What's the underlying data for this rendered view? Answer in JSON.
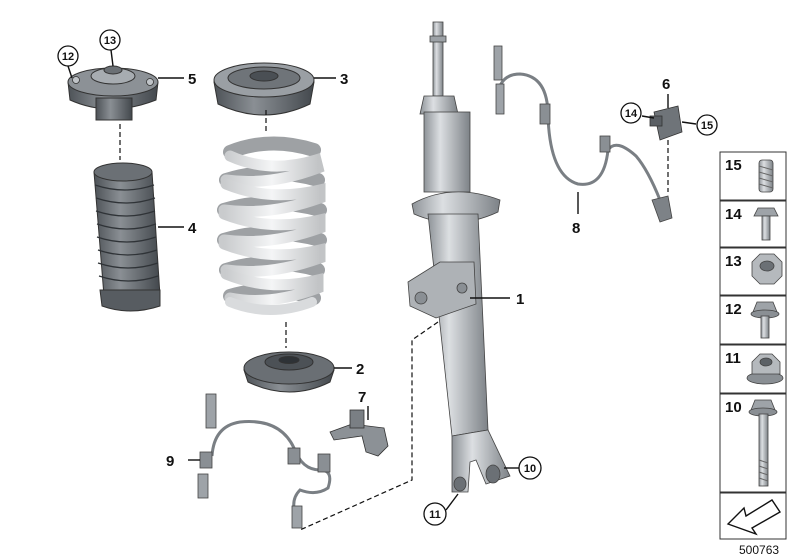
{
  "callouts": [
    {
      "id": "1",
      "label": "1"
    },
    {
      "id": "2",
      "label": "2"
    },
    {
      "id": "3",
      "label": "3"
    },
    {
      "id": "4",
      "label": "4"
    },
    {
      "id": "5",
      "label": "5"
    },
    {
      "id": "6",
      "label": "6"
    },
    {
      "id": "7",
      "label": "7"
    },
    {
      "id": "8",
      "label": "8"
    },
    {
      "id": "9",
      "label": "9"
    },
    {
      "id": "10",
      "label": "10"
    },
    {
      "id": "11",
      "label": "11"
    },
    {
      "id": "12",
      "label": "12"
    },
    {
      "id": "13",
      "label": "13"
    },
    {
      "id": "14",
      "label": "14"
    },
    {
      "id": "15",
      "label": "15"
    }
  ],
  "hardware_panel": [
    {
      "label": "15",
      "part": "threaded-insert"
    },
    {
      "label": "14",
      "part": "flange-bolt-short"
    },
    {
      "label": "13",
      "part": "hex-nut"
    },
    {
      "label": "12",
      "part": "flange-bolt"
    },
    {
      "label": "11",
      "part": "flange-nut"
    },
    {
      "label": "10",
      "part": "long-bolt"
    }
  ],
  "diagram_number": "500763",
  "colors": {
    "part_light": "#d6d8da",
    "part_mid": "#9ea3a8",
    "part_dark": "#5c6166",
    "line": "#111111"
  }
}
